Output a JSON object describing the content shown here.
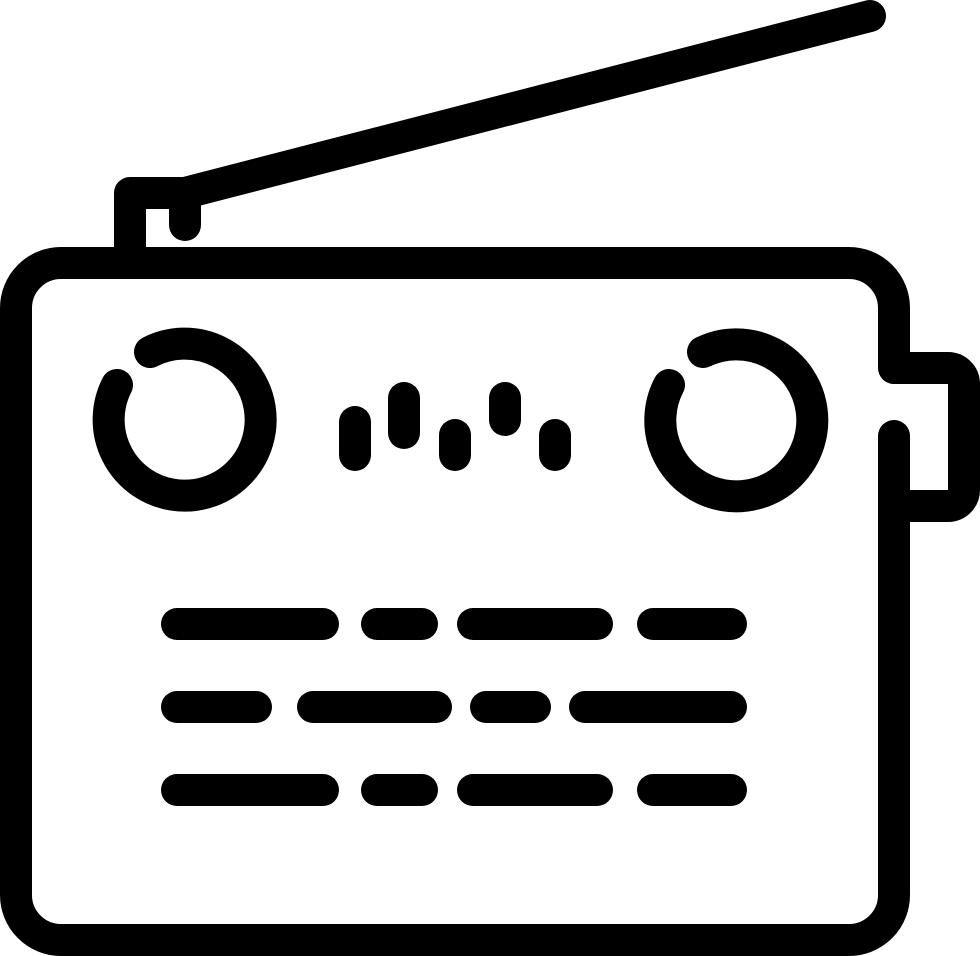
{
  "icon": {
    "name": "radio-icon",
    "stroke_color": "#000000",
    "background_color": "#ffffff",
    "parts": [
      "antenna",
      "body",
      "side-tab",
      "left-knob",
      "right-knob",
      "equalizer-bars",
      "speaker-grille"
    ]
  }
}
